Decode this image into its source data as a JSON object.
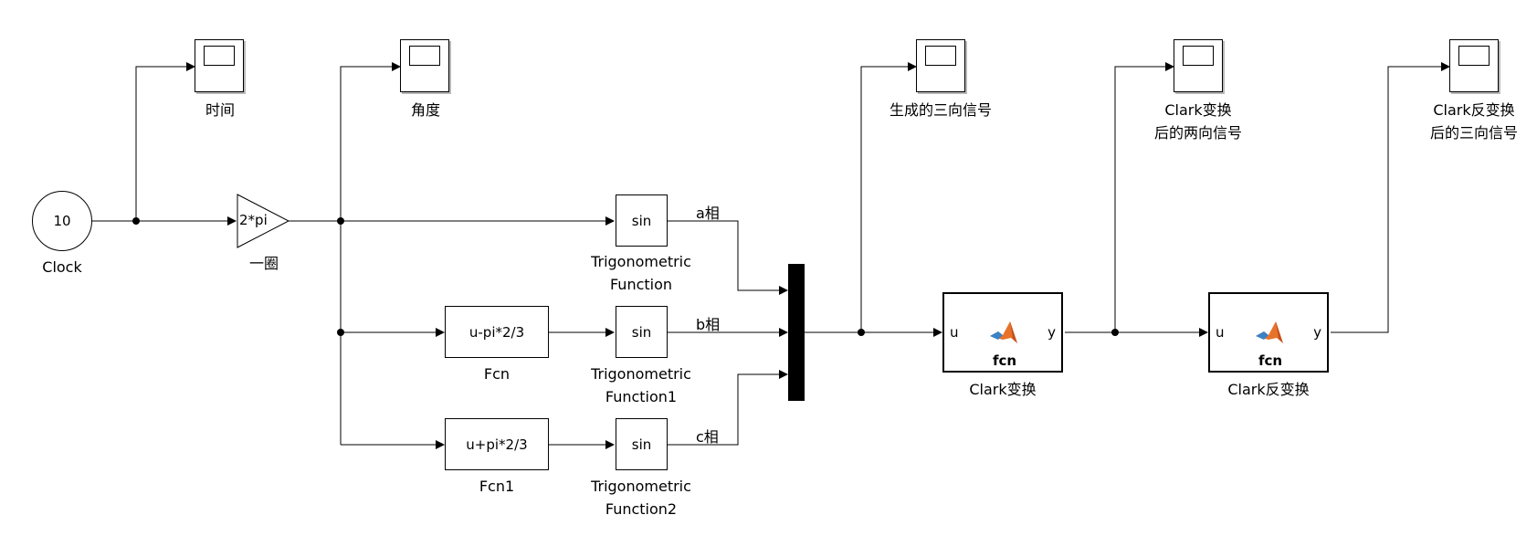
{
  "blocks": {
    "clock": {
      "value": "10",
      "label": "Clock"
    },
    "gain": {
      "value": "2*pi",
      "label": "一圈"
    },
    "scope_time": {
      "label": "时间"
    },
    "scope_angle": {
      "label": "角度"
    },
    "scope_three": {
      "label": "生成的三向信号"
    },
    "scope_clark": {
      "label_line1": "Clark变换",
      "label_line2": "后的两向信号"
    },
    "scope_inv": {
      "label_line1": "Clark反变换",
      "label_line2": "后的三向信号"
    },
    "trig": {
      "text": "sin",
      "label_line1": "Trigonometric",
      "label_line2": "Function"
    },
    "trig1": {
      "text": "sin",
      "label_line1": "Trigonometric",
      "label_line2": "Function1"
    },
    "trig2": {
      "text": "sin",
      "label_line1": "Trigonometric",
      "label_line2": "Function2"
    },
    "fcn": {
      "expr": "u-pi*2/3",
      "label": "Fcn"
    },
    "fcn1": {
      "expr": "u+pi*2/3",
      "label": "Fcn1"
    },
    "clark": {
      "in_port": "u",
      "out_port": "y",
      "body": "fcn",
      "label": "Clark变换"
    },
    "clark_inv": {
      "in_port": "u",
      "out_port": "y",
      "body": "fcn",
      "label": "Clark反变换"
    }
  },
  "signals": {
    "a": "a相",
    "b": "b相",
    "c": "c相"
  },
  "colors": {
    "line": "#000000",
    "matlab_logo_orange": "#e8722a",
    "matlab_logo_blue": "#3a82c4"
  }
}
